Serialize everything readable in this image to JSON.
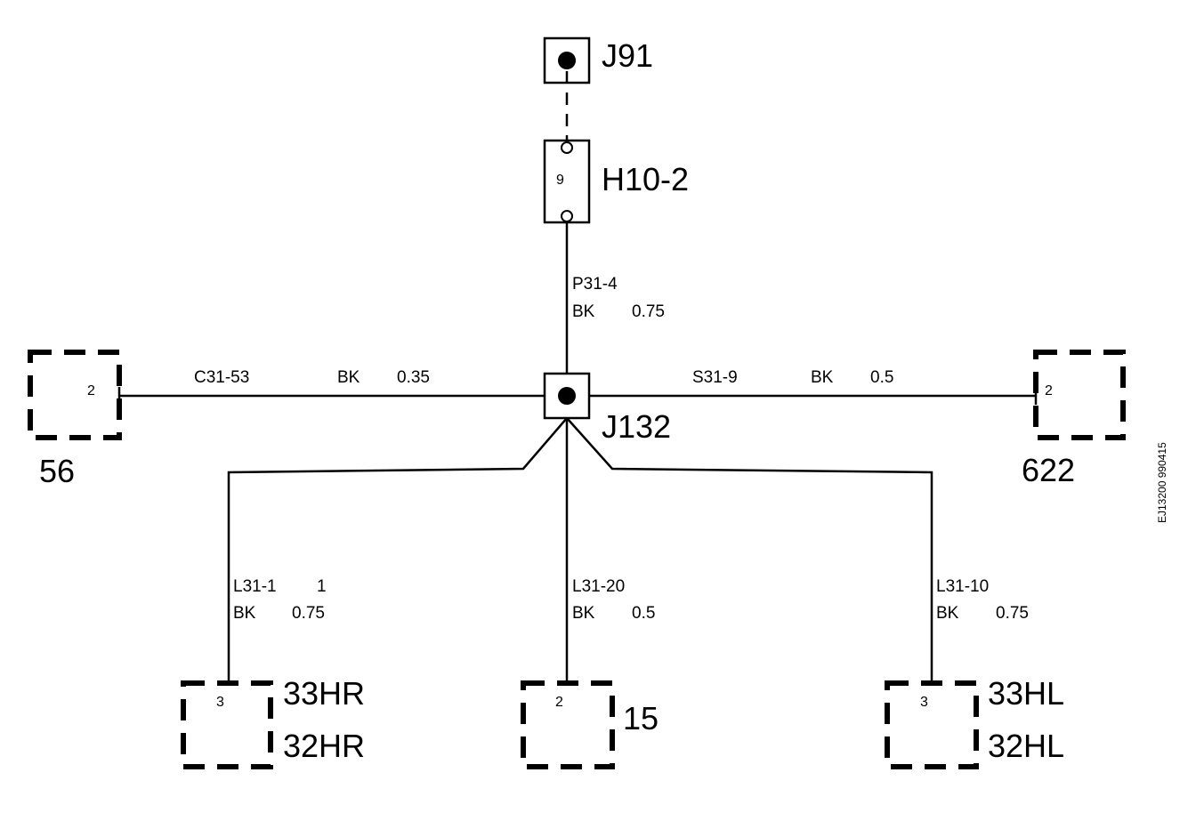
{
  "components": {
    "j91": {
      "label": "J91"
    },
    "h10": {
      "label": "H10-2",
      "pin": "9"
    },
    "j132": {
      "label": "J132"
    },
    "c56": {
      "label": "56",
      "pin": "2"
    },
    "c622": {
      "label": "622",
      "pin": "2"
    },
    "c33hr": {
      "label1": "33HR",
      "label2": "32HR",
      "pin": "3"
    },
    "c15": {
      "label": "15",
      "pin": "2"
    },
    "c33hl": {
      "label1": "33HL",
      "label2": "32HL",
      "pin": "3"
    }
  },
  "wires": {
    "p31": {
      "id": "P31-4",
      "color": "BK",
      "size": "0.75"
    },
    "c31": {
      "id": "C31-53",
      "color": "BK",
      "size": "0.35"
    },
    "s31": {
      "id": "S31-9",
      "color": "BK",
      "size": "0.5"
    },
    "l31_1": {
      "id": "L31-1",
      "extra": "1",
      "color": "BK",
      "size": "0.75"
    },
    "l31_20": {
      "id": "L31-20",
      "color": "BK",
      "size": "0.5"
    },
    "l31_10": {
      "id": "L31-10",
      "color": "BK",
      "size": "0.75"
    }
  },
  "reference": "EJ13200 990415"
}
